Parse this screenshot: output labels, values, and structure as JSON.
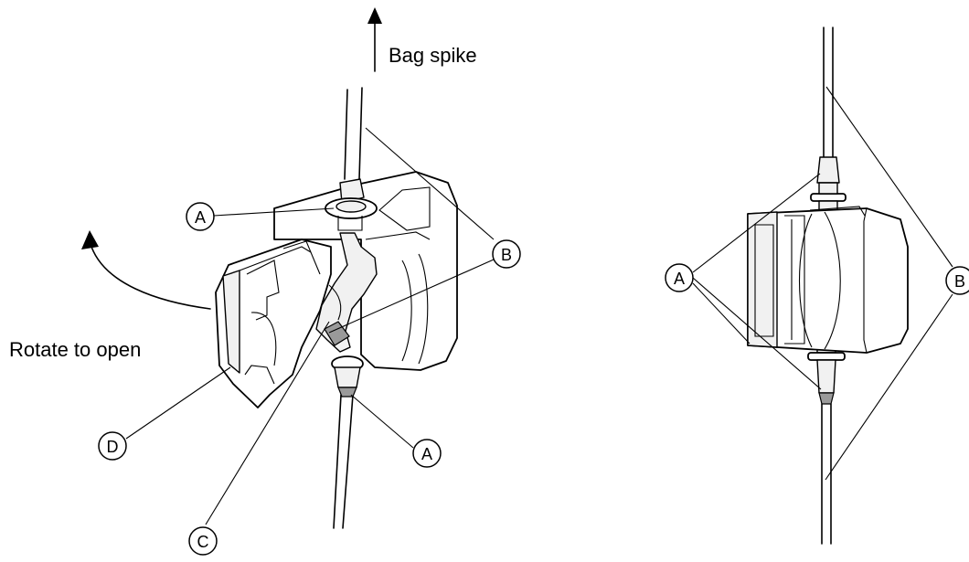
{
  "labels": {
    "bag_spike": "Bag spike",
    "rotate_to_open": "Rotate to open"
  },
  "callouts": {
    "left_a_top": "A",
    "left_a_bottom": "A",
    "left_b": "B",
    "left_c": "C",
    "left_d": "D",
    "right_a": "A",
    "right_b": "B"
  }
}
